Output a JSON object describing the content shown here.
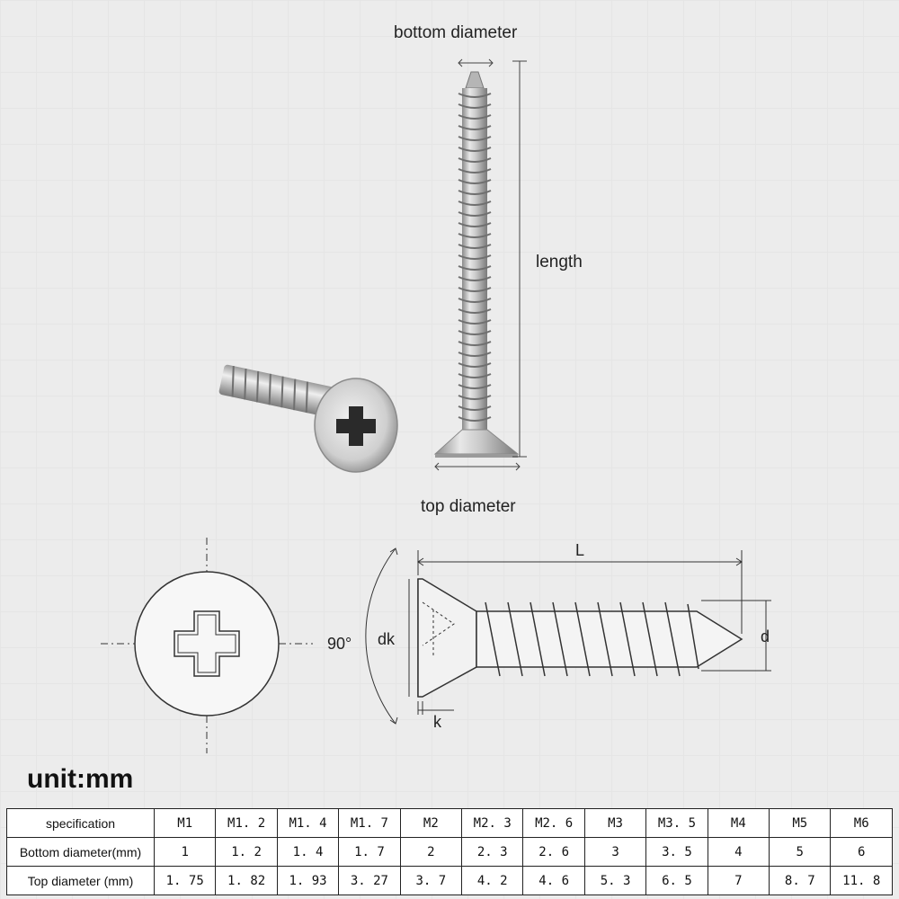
{
  "labels": {
    "bottom_diameter": "bottom diameter",
    "length": "length",
    "top_diameter": "top diameter",
    "L": "L",
    "d": "d",
    "dk": "dk",
    "k": "k",
    "angle": "90°",
    "unit": "unit:mm"
  },
  "table": {
    "header": [
      "specification",
      "M1",
      "M1. 2",
      "M1. 4",
      "M1. 7",
      "M2",
      "M2. 3",
      "M2. 6",
      "M3",
      "M3. 5",
      "M4",
      "M5",
      "M6"
    ],
    "rows": [
      {
        "label": "Bottom diameter(mm)",
        "values": [
          "1",
          "1. 2",
          "1. 4",
          "1. 7",
          "2",
          "2. 3",
          "2. 6",
          "3",
          "3. 5",
          "4",
          "5",
          "6"
        ]
      },
      {
        "label": "Top diameter (mm)",
        "values": [
          "1. 75",
          "1. 82",
          "1. 93",
          "3. 27",
          "3. 7",
          "4. 2",
          "4. 6",
          "5. 3",
          "6. 5",
          "7",
          "8. 7",
          "11. 8"
        ]
      }
    ]
  }
}
